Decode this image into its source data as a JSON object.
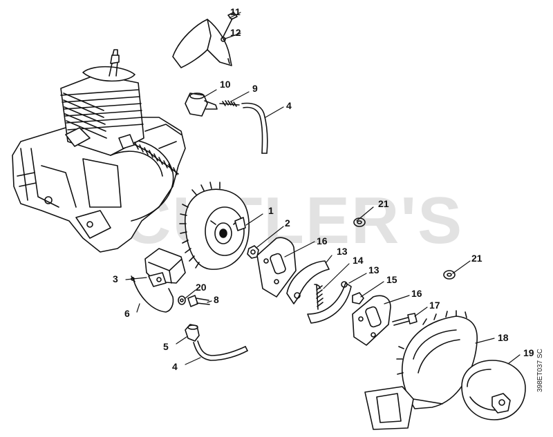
{
  "watermark": "CUTLER'S",
  "drawing_code": "398ET037 SC",
  "callouts": {
    "c11": "11",
    "c12": "12",
    "c10": "10",
    "c9": "9",
    "c4a": "4",
    "c1": "1",
    "c2": "2",
    "c21a": "21",
    "c16a": "16",
    "c13a": "13",
    "c14": "14",
    "c13b": "13",
    "c15": "15",
    "c21b": "21",
    "c3": "3",
    "c20": "20",
    "c8": "8",
    "c6": "6",
    "c16b": "16",
    "c17": "17",
    "c18": "18",
    "c5": "5",
    "c4b": "4",
    "c19": "19"
  }
}
